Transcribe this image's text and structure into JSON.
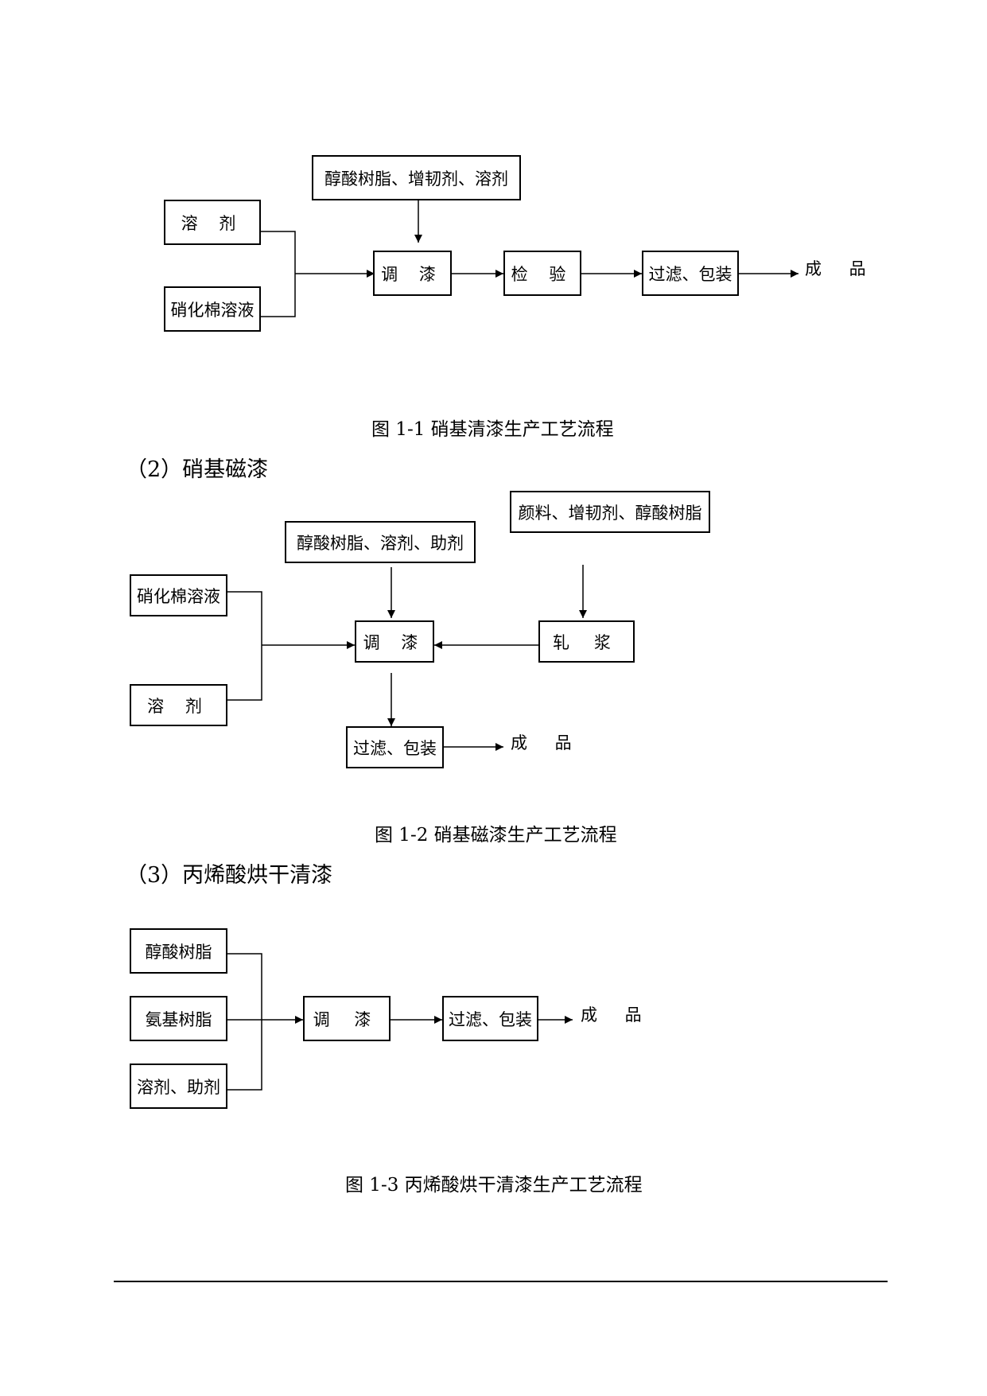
{
  "fig1": {
    "caption": "图 1-1 硝基清漆生产工艺流程",
    "nodes": {
      "raw_top": "醇酸树脂、增韧剂、溶剂",
      "solvent": "溶 剂",
      "nitro": "硝化棉溶液",
      "mix": "调 漆",
      "inspect": "检 验",
      "filter": "过滤、包装",
      "product": "成 品"
    }
  },
  "fig2": {
    "heading": "（2）硝基磁漆",
    "caption": "图 1-2 硝基磁漆生产工艺流程",
    "nodes": {
      "raw_mid": "醇酸树脂、溶剂、助剂",
      "raw_right": "颜料、增韧剂、醇酸树脂",
      "nitro": "硝化棉溶液",
      "solvent": "溶 剂",
      "mix": "调 漆",
      "grind": "轧 浆",
      "filter": "过滤、包装",
      "product": "成 品"
    }
  },
  "fig3": {
    "heading": "（3）丙烯酸烘干清漆",
    "caption": "图 1-3 丙烯酸烘干清漆生产工艺流程",
    "nodes": {
      "alkyd": "醇酸树脂",
      "amino": "氨基树脂",
      "solvent_aux": "溶剂、助剂",
      "mix": "调 漆",
      "filter": "过滤、包装",
      "product": "成 品"
    }
  }
}
